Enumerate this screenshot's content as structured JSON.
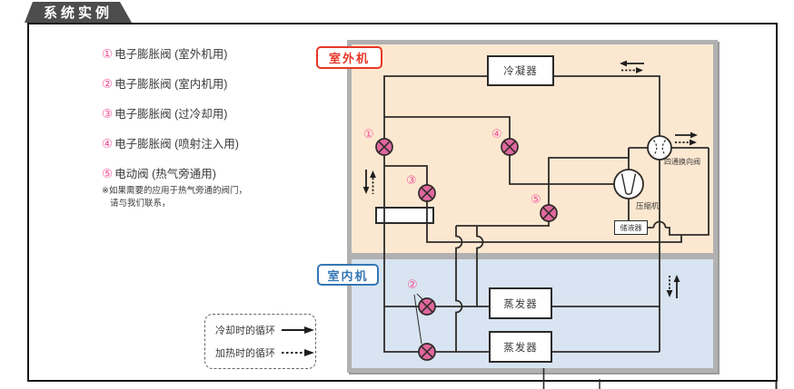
{
  "header": {
    "title": "系统实例"
  },
  "component_list": [
    {
      "num": "①",
      "label": "电子膨胀阀 (室外机用)"
    },
    {
      "num": "②",
      "label": "电子膨胀阀 (室内机用)"
    },
    {
      "num": "③",
      "label": "电子膨胀阀 (过冷却用)"
    },
    {
      "num": "④",
      "label": "电子膨胀阀 (喷射注入用)"
    },
    {
      "num": "⑤",
      "label": "电动阀 (热气旁通用)"
    }
  ],
  "note": {
    "line1": "※如果需要的应用于热气旁通的阀门，",
    "line2": "请与我们联系，"
  },
  "diagram": {
    "outdoor_label": "室外机",
    "indoor_label": "室内机",
    "condenser": "冷凝器",
    "evaporator1": "蒸发器",
    "evaporator2": "蒸发器",
    "compressor": "压缩机",
    "accumulator": "储液器",
    "four_way_valve": "四通换向阀",
    "valve_numbers": {
      "v1": "①",
      "v2": "②",
      "v3": "③",
      "v4": "④",
      "v5": "⑤"
    }
  },
  "legend": {
    "cooling": "冷却时的循环",
    "heating": "加热时的循环"
  },
  "colors": {
    "outdoor_bg": "#fce8d1",
    "indoor_bg": "#d8e4f1",
    "valve_fill": "#e0679e",
    "number_pink": "#f2549c",
    "outdoor_red": "#e73828",
    "indoor_blue": "#3577b5",
    "container_gray": "#b1b1b1",
    "line": "#2e2b28"
  }
}
